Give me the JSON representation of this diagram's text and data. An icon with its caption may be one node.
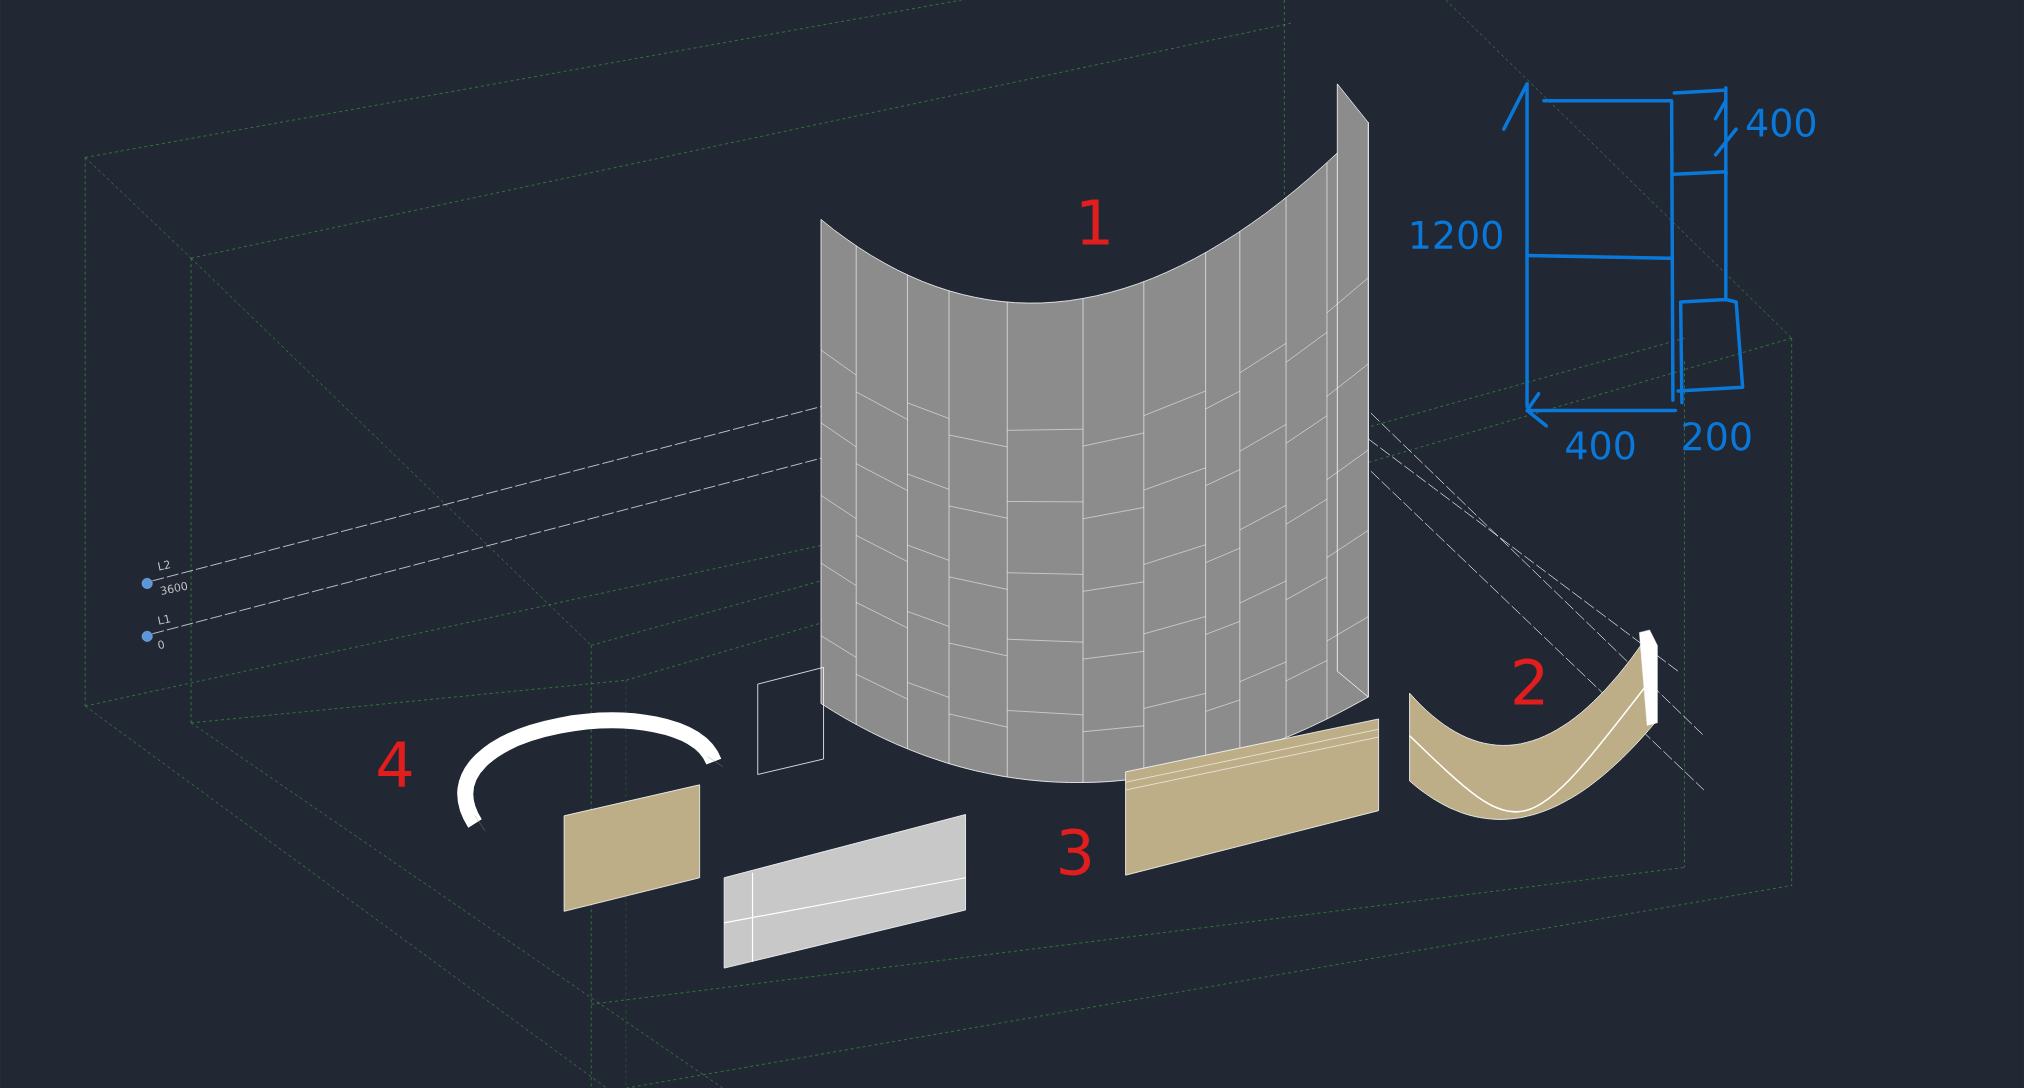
{
  "diagram": {
    "labels": [
      "1",
      "2",
      "3",
      "4",
      "1200",
      "400",
      "400",
      "200",
      "L2",
      "3600",
      "L1",
      "0"
    ]
  }
}
